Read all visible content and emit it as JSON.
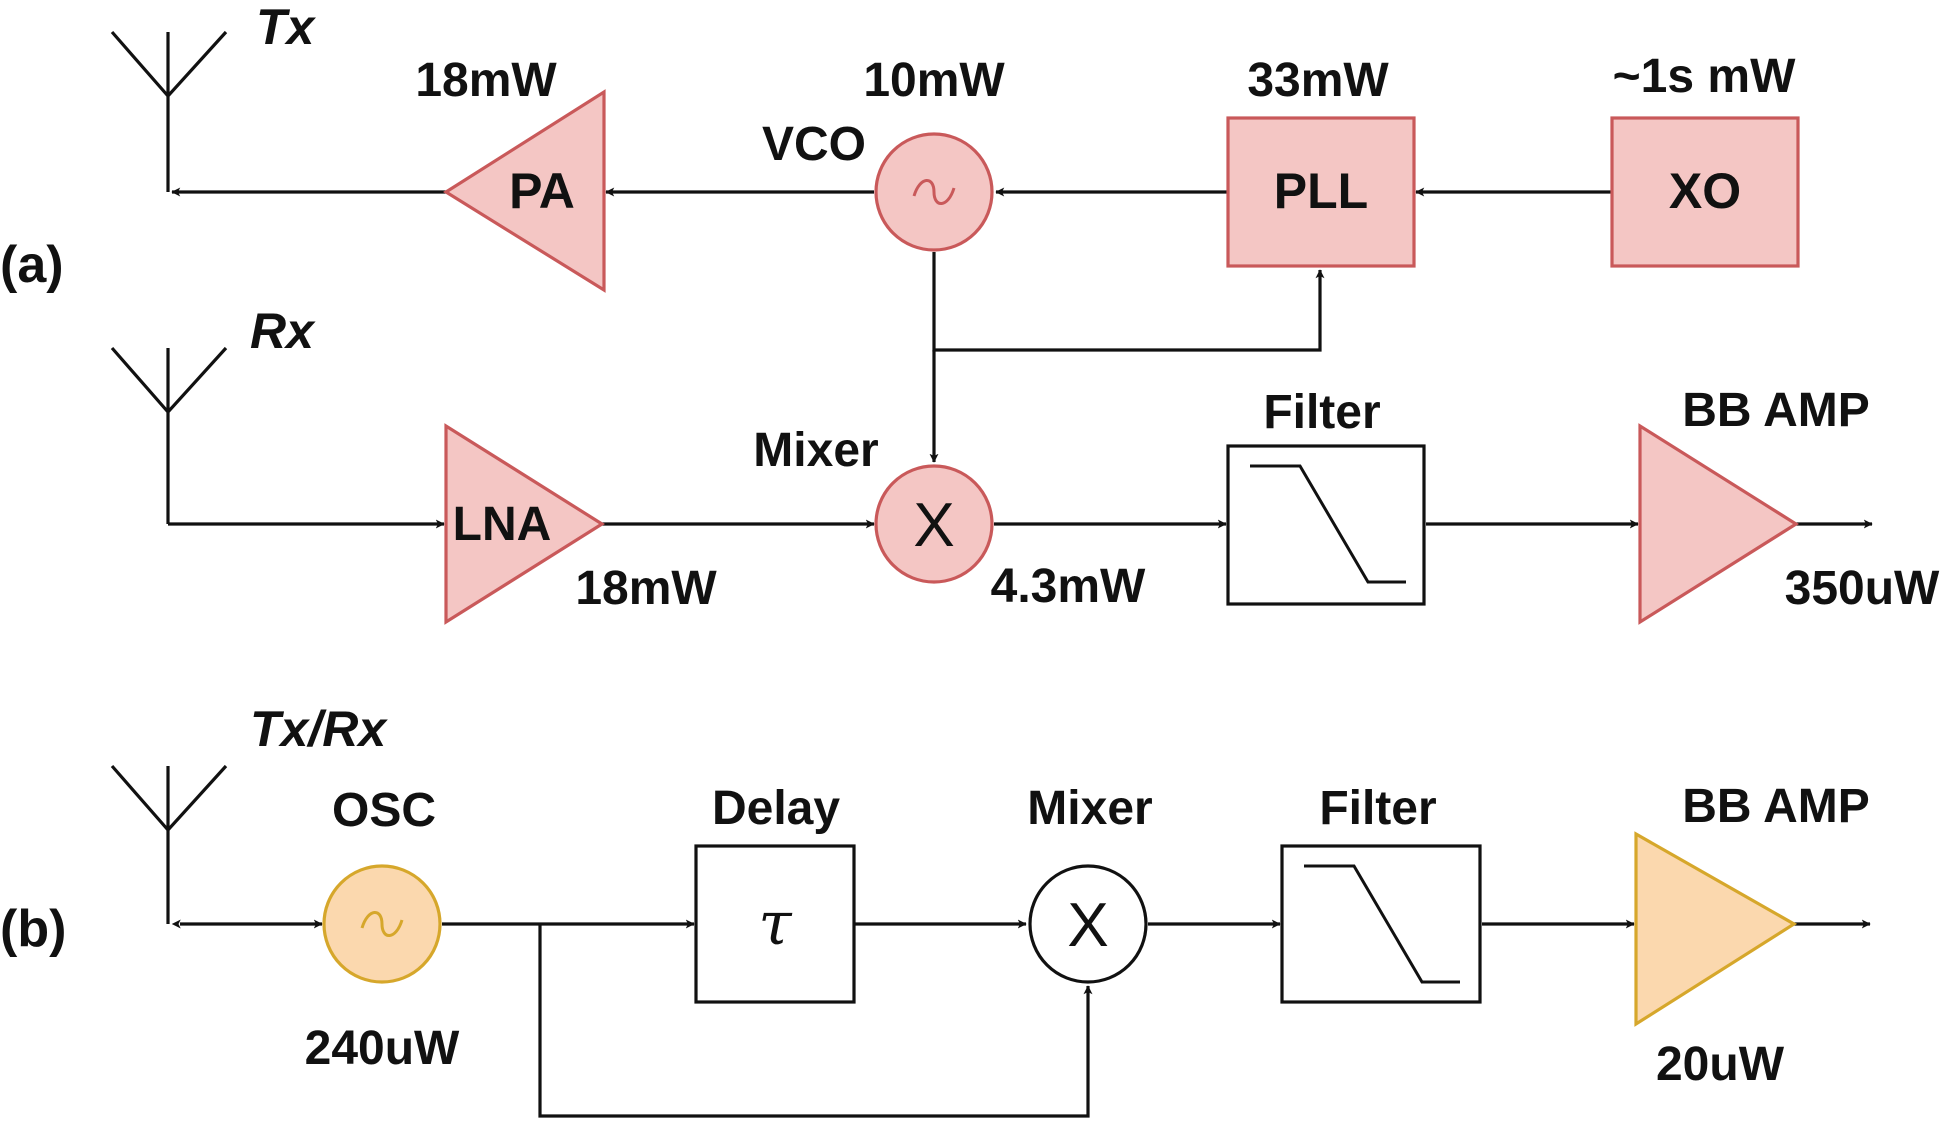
{
  "panel_a": {
    "label": "(a)",
    "tx": {
      "title": "Tx",
      "pa": {
        "name": "PA",
        "power": "18mW"
      },
      "vco": {
        "name": "VCO",
        "power": "10mW"
      },
      "pll": {
        "name": "PLL",
        "power": "33mW"
      },
      "xo": {
        "name": "XO",
        "power": "~1s mW"
      }
    },
    "rx": {
      "title": "Rx",
      "lna": {
        "name": "LNA",
        "power": "18mW"
      },
      "mixer": {
        "name": "Mixer",
        "symbol": "X",
        "power": "4.3mW"
      },
      "filter": {
        "name": "Filter"
      },
      "bb_amp": {
        "name": "BB AMP",
        "power": "350uW"
      }
    }
  },
  "panel_b": {
    "label": "(b)",
    "title": "Tx/Rx",
    "osc": {
      "name": "OSC",
      "power": "240uW"
    },
    "delay": {
      "name": "Delay",
      "symbol": "τ"
    },
    "mixer": {
      "name": "Mixer",
      "symbol": "X"
    },
    "filter": {
      "name": "Filter"
    },
    "bb_amp": {
      "name": "BB AMP",
      "power": "20uW"
    }
  },
  "colors": {
    "panel_a_fill": "#f4c6c4",
    "panel_a_stroke": "#c9595a",
    "panel_b_osc_amp_fill": "#fbd8ae",
    "panel_b_osc_amp_stroke": "#d6a72b"
  }
}
